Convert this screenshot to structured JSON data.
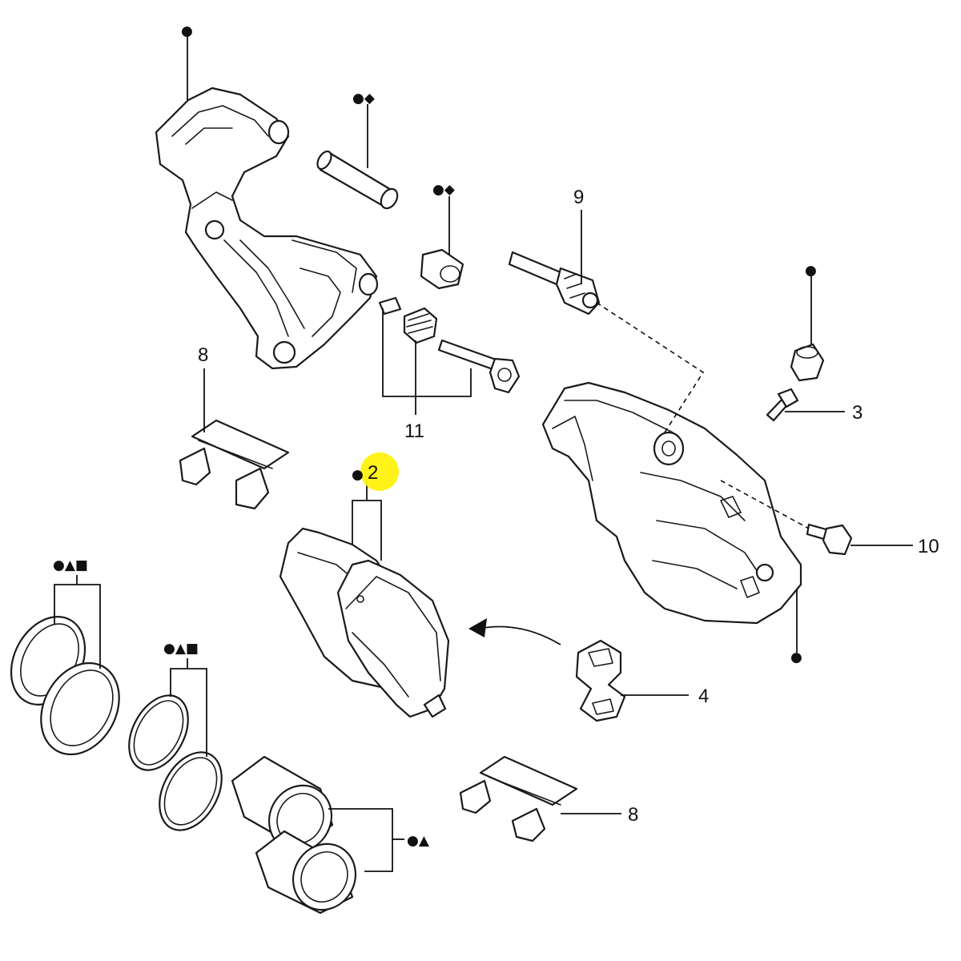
{
  "diagram": {
    "callouts": [
      {
        "id": "c2",
        "text": "2",
        "highlighted": true,
        "highlight_color": "#FFF200"
      },
      {
        "id": "c3",
        "text": "3"
      },
      {
        "id": "c4",
        "text": "4"
      },
      {
        "id": "c8a",
        "text": "8"
      },
      {
        "id": "c8b",
        "text": "8"
      },
      {
        "id": "c9",
        "text": "9"
      },
      {
        "id": "c10",
        "text": "10"
      },
      {
        "id": "c11",
        "text": "11"
      }
    ],
    "symbol_groups": {
      "dot": "●",
      "dot_diamond": "●◆",
      "dot_triangle": "●▲",
      "dot_triangle_square": "●▲■"
    }
  }
}
